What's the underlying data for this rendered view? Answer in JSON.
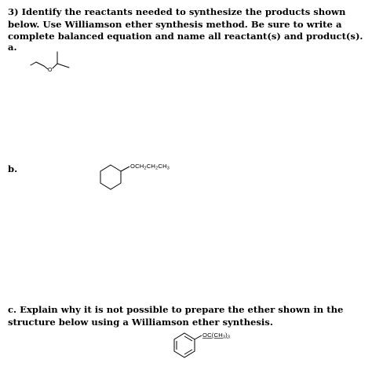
{
  "question": {
    "text": "3) Identify the reactants needed to synthesize the products shown below. Use Williamson ether synthesis method. Be sure to write a complete balanced equation and name all reactant(s) and product(s)."
  },
  "part_a": {
    "label": "a.",
    "atom_o": "O"
  },
  "part_b": {
    "label": "b.",
    "substituent": {
      "pre": "OCH",
      "sub1": "2",
      "mid1": "CH",
      "sub2": "2",
      "mid2": "CH",
      "sub3": "3"
    }
  },
  "part_c": {
    "text": "c. Explain why it is not possible to prepare the ether shown in the structure below using a Williamson ether synthesis.",
    "substituent": {
      "pre": "OC(CH",
      "sub1": "3",
      "mid1": ")",
      "sub2": "3"
    }
  }
}
